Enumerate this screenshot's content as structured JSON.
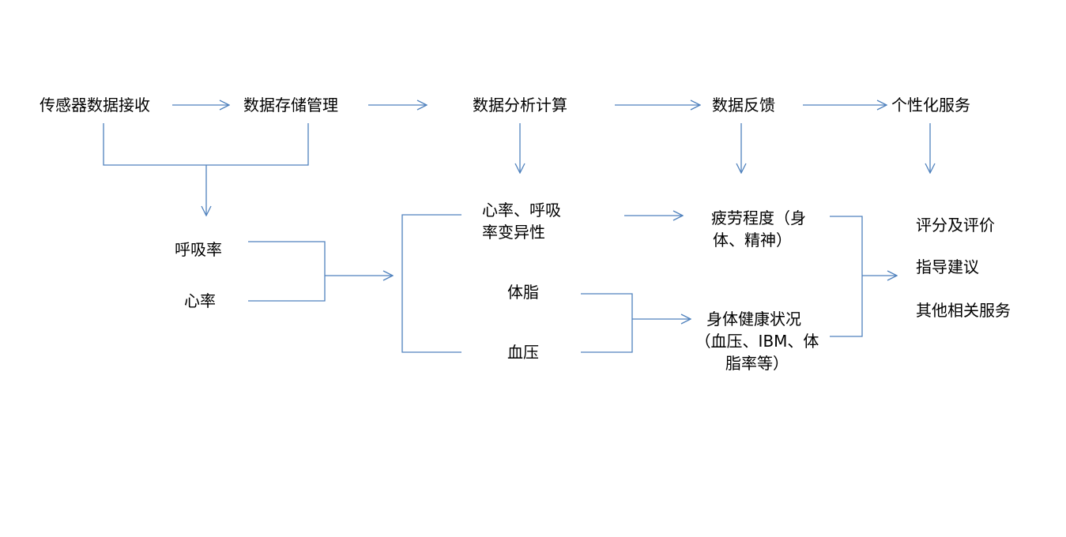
{
  "diagram": {
    "colors": {
      "line": "#4F81BD",
      "text": "#000000",
      "background": "#FFFFFF"
    },
    "top_row": {
      "sensor_receive": "传感器数据接收",
      "storage_management": "数据存储管理",
      "analysis_compute": "数据分析计算",
      "feedback": "数据反馈",
      "personalized_service": "个性化服务"
    },
    "inputs": {
      "respiration_rate": "呼吸率",
      "heart_rate": "心率"
    },
    "analysis_items": {
      "hr_rr_variability": {
        "line1": "心率、呼吸",
        "line2": "率变异性"
      },
      "body_fat": "体脂",
      "blood_pressure": "血压"
    },
    "feedback_items": {
      "fatigue": {
        "line1": "疲劳程度（身",
        "line2": "体、精神）"
      },
      "health": {
        "line1": "身体健康状况",
        "line2": "（血压、IBM、体",
        "line3": "脂率等）"
      }
    },
    "services": {
      "score_evaluation": "评分及评价",
      "guidance": "指导建议",
      "other_services": "其他相关服务"
    }
  }
}
